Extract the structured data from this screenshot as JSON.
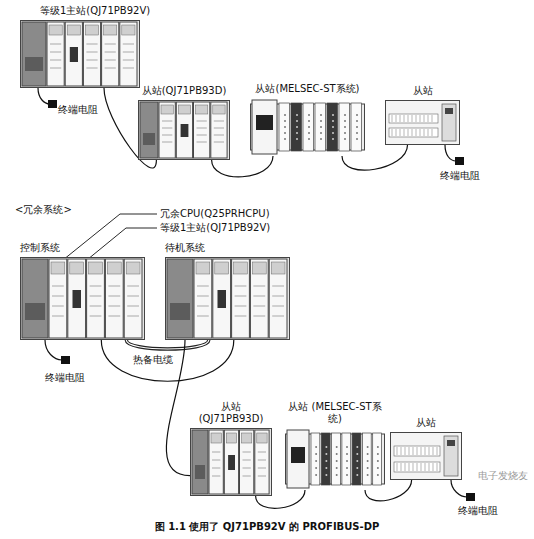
{
  "diagram": {
    "caption": "图 1.1 使用了 QJ71PB92V 的 PROFIBUS-DP",
    "nodes": [
      {
        "text": [
          "等级1主站(QJ71PB92V)"
        ]
      },
      {
        "text": [
          "从站(QJ71PB93D)"
        ]
      },
      {
        "text": [
          "从站(MELSEC-ST系统)"
        ]
      },
      {
        "text": [
          "从站"
        ]
      },
      {
        "text": [
          "控制系统"
        ]
      },
      {
        "text": [
          "待机系统"
        ]
      },
      {
        "text": [
          "从站 (QJ71PB93D)"
        ]
      },
      {
        "text": [
          "从站 (MELSEC-ST系统)"
        ]
      },
      {
        "text": [
          "从站"
        ]
      }
    ],
    "edges": [
      {
        "from": 0,
        "to": 1,
        "arrow": "none"
      },
      {
        "from": 1,
        "to": 2,
        "arrow": "none"
      },
      {
        "from": 2,
        "to": 3,
        "arrow": "none"
      },
      {
        "from": 4,
        "to": 5,
        "label": "热备电缆",
        "arrow": "none"
      },
      {
        "from": 4,
        "to": 5,
        "arrow": "none"
      },
      {
        "from": 5,
        "to": 6,
        "arrow": "none"
      },
      {
        "from": 6,
        "to": 7,
        "arrow": "none"
      },
      {
        "from": 7,
        "to": 8,
        "arrow": "none"
      }
    ],
    "labels": [
      "终端电阻",
      "终端电阻",
      "<冗余系统>",
      "冗余CPU(Q25PRHCPU)",
      "等级1主站(QJ71PB92V)",
      "终端电阻",
      "终端电阻",
      "电子发烧友"
    ]
  }
}
